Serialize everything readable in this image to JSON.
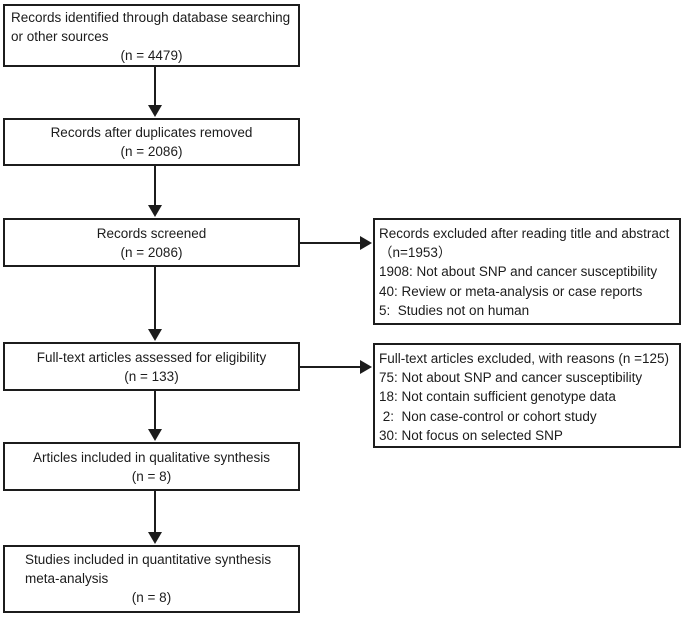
{
  "diagram": {
    "colors": {
      "background": "#ffffff",
      "line": "#1c1c1c",
      "text": "#1c1c1c"
    },
    "main_boxes": {
      "identification": {
        "line1": "Records identified through database searching",
        "line2": "or other sources",
        "count": "(n = 4479)"
      },
      "duplicates_removed": {
        "line1": "Records after duplicates removed",
        "count": "(n = 2086)"
      },
      "screened": {
        "line1": "Records screened",
        "count": "(n = 2086)"
      },
      "fulltext_assessed": {
        "line1": "Full-text articles assessed for eligibility",
        "count": "(n = 133)"
      },
      "qualitative_synthesis": {
        "line1": "Articles included in qualitative synthesis",
        "count": "(n = 8)"
      },
      "quantitative_synthesis": {
        "line1": "Studies included in quantitative synthesis",
        "line2": "meta-analysis",
        "count": "(n = 8)"
      }
    },
    "side_boxes": {
      "excluded_screening": {
        "title": "Records excluded after reading title and abstract",
        "count": "（n=1953）",
        "reason1": "1908: Not about SNP and cancer susceptibility",
        "reason2": "40: Review or meta-analysis or case reports",
        "reason3": "5:  Studies not on human"
      },
      "excluded_fulltext": {
        "title": "Full-text articles excluded, with reasons (n =125)",
        "reason1": "75: Not about SNP and cancer susceptibility",
        "reason2": "18: Not contain sufficient genotype data",
        "reason3": " 2:  Non case-control or cohort study",
        "reason4": "30: Not focus on selected SNP"
      }
    }
  }
}
